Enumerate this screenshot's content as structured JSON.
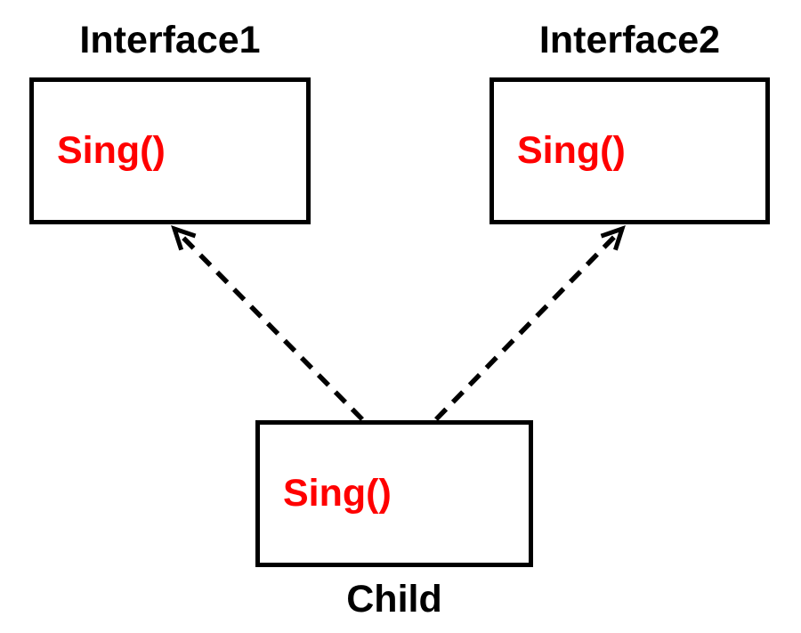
{
  "diagram": {
    "kind": "uml-interface-realization",
    "colors": {
      "background": "#ffffff",
      "box_border": "#000000",
      "node_label_text": "#000000",
      "method_text": "#ff0000",
      "arrow": "#000000"
    },
    "nodes": [
      {
        "id": "interface1",
        "title": "Interface1",
        "method": "Sing()",
        "label_position": "above"
      },
      {
        "id": "interface2",
        "title": "Interface2",
        "method": "Sing()",
        "label_position": "above"
      },
      {
        "id": "child",
        "title": "Child",
        "method": "Sing()",
        "label_position": "below"
      }
    ],
    "edges": [
      {
        "from": "child",
        "to": "interface1",
        "line_style": "dashed",
        "arrowhead": "open"
      },
      {
        "from": "child",
        "to": "interface2",
        "line_style": "dashed",
        "arrowhead": "open"
      }
    ]
  }
}
